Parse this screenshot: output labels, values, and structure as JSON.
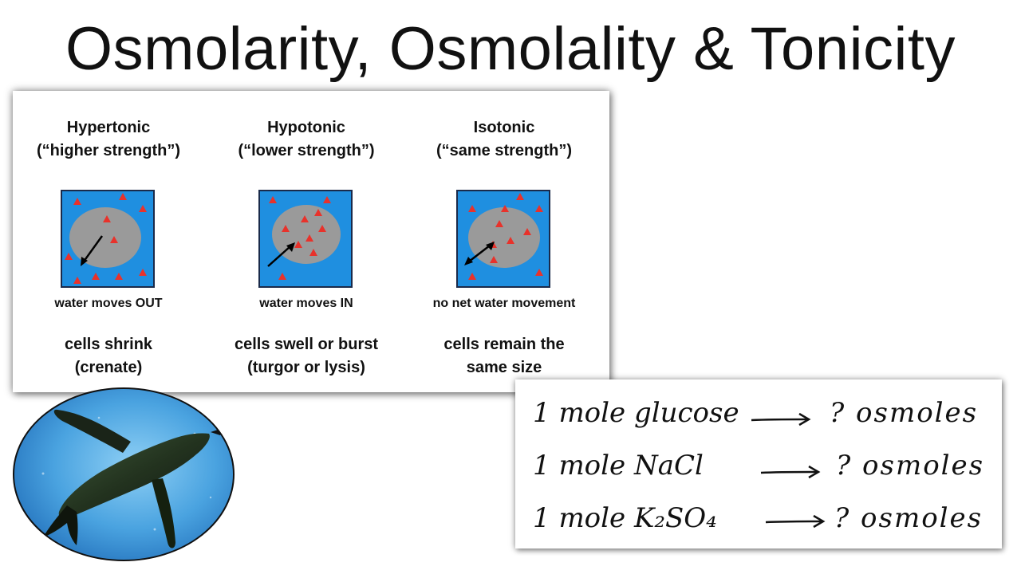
{
  "title": "Osmolarity, Osmolality & Tonicity",
  "columns": [
    {
      "heading_line1": "Hypertonic",
      "heading_line2": "(“higher strength”)",
      "water": "water moves OUT",
      "result_line1": "cells shrink",
      "result_line2": "(crenate)"
    },
    {
      "heading_line1": "Hypotonic",
      "heading_line2": "(“lower strength”)",
      "water": "water moves IN",
      "result_line1": "cells swell or burst",
      "result_line2": "(turgor or lysis)"
    },
    {
      "heading_line1": "Isotonic",
      "heading_line2": "(“same strength”)",
      "water": "no net water movement",
      "result_line1": "cells remain the",
      "result_line2": "same size"
    }
  ],
  "notes": [
    {
      "lhs": "1 mole glucose",
      "rhs": "? osmoles"
    },
    {
      "lhs": "1 mole NaCl",
      "rhs": "? osmoles"
    },
    {
      "lhs": "1 mole K₂SO₄",
      "rhs": "? osmoles"
    }
  ],
  "colors": {
    "solution_blue": "#1f8fe0",
    "cell_gray": "#9a9a9a",
    "solute_red": "#e8322b",
    "frame": "#1a2a4a"
  },
  "icons": [
    "penguin-photo",
    "water-arrow"
  ]
}
